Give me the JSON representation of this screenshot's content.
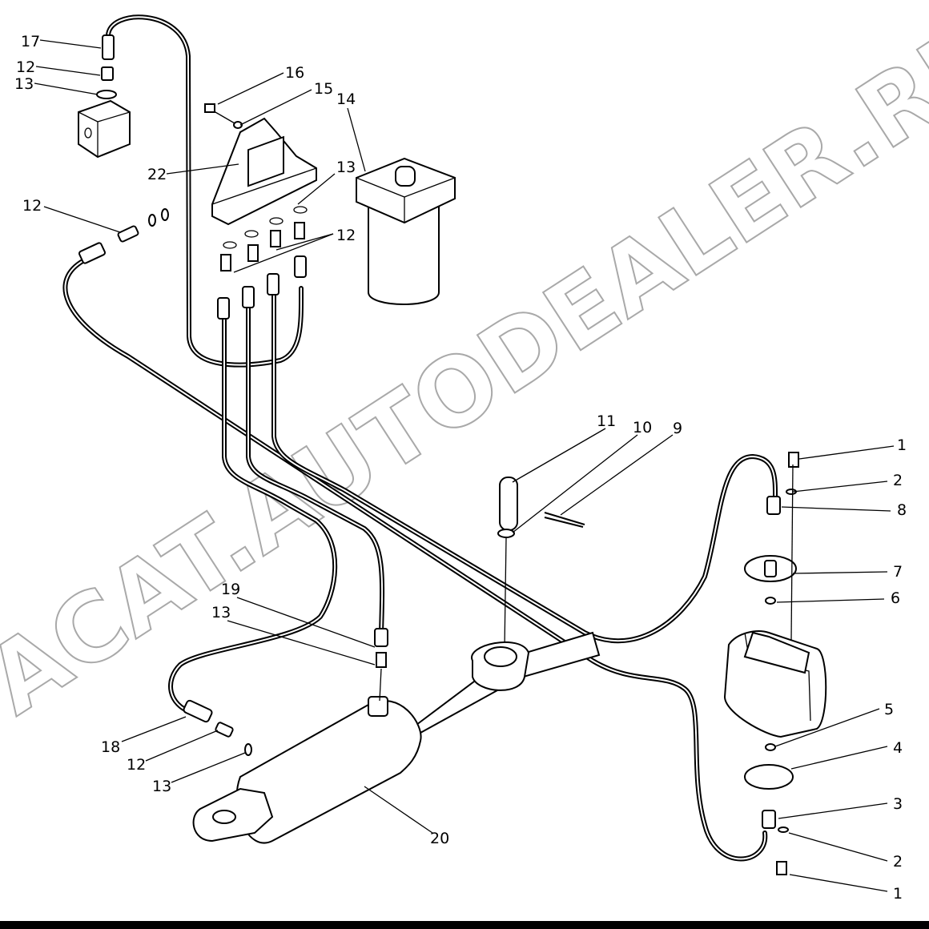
{
  "watermark": "ACAT.AUTODEALER.RU",
  "colors": {
    "ink": "#000000",
    "watermark": "#a9a9a9",
    "background": "#ffffff"
  },
  "callouts": [
    {
      "id": "17a",
      "text": "17"
    },
    {
      "id": "12a",
      "text": "12"
    },
    {
      "id": "13a",
      "text": "13"
    },
    {
      "id": "16",
      "text": "16"
    },
    {
      "id": "15",
      "text": "15"
    },
    {
      "id": "14",
      "text": "14"
    },
    {
      "id": "22",
      "text": "22"
    },
    {
      "id": "13b",
      "text": "13"
    },
    {
      "id": "12b",
      "text": "12"
    },
    {
      "id": "12c",
      "text": "12"
    },
    {
      "id": "11",
      "text": "11"
    },
    {
      "id": "10",
      "text": "10"
    },
    {
      "id": "9",
      "text": "9"
    },
    {
      "id": "1a",
      "text": "1"
    },
    {
      "id": "2a",
      "text": "2"
    },
    {
      "id": "8",
      "text": "8"
    },
    {
      "id": "7",
      "text": "7"
    },
    {
      "id": "6",
      "text": "6"
    },
    {
      "id": "19",
      "text": "19"
    },
    {
      "id": "13c",
      "text": "13"
    },
    {
      "id": "5",
      "text": "5"
    },
    {
      "id": "4",
      "text": "4"
    },
    {
      "id": "3",
      "text": "3"
    },
    {
      "id": "18",
      "text": "18"
    },
    {
      "id": "12d",
      "text": "12"
    },
    {
      "id": "13d",
      "text": "13"
    },
    {
      "id": "20",
      "text": "20"
    },
    {
      "id": "2b",
      "text": "2"
    },
    {
      "id": "1b",
      "text": "1"
    }
  ]
}
